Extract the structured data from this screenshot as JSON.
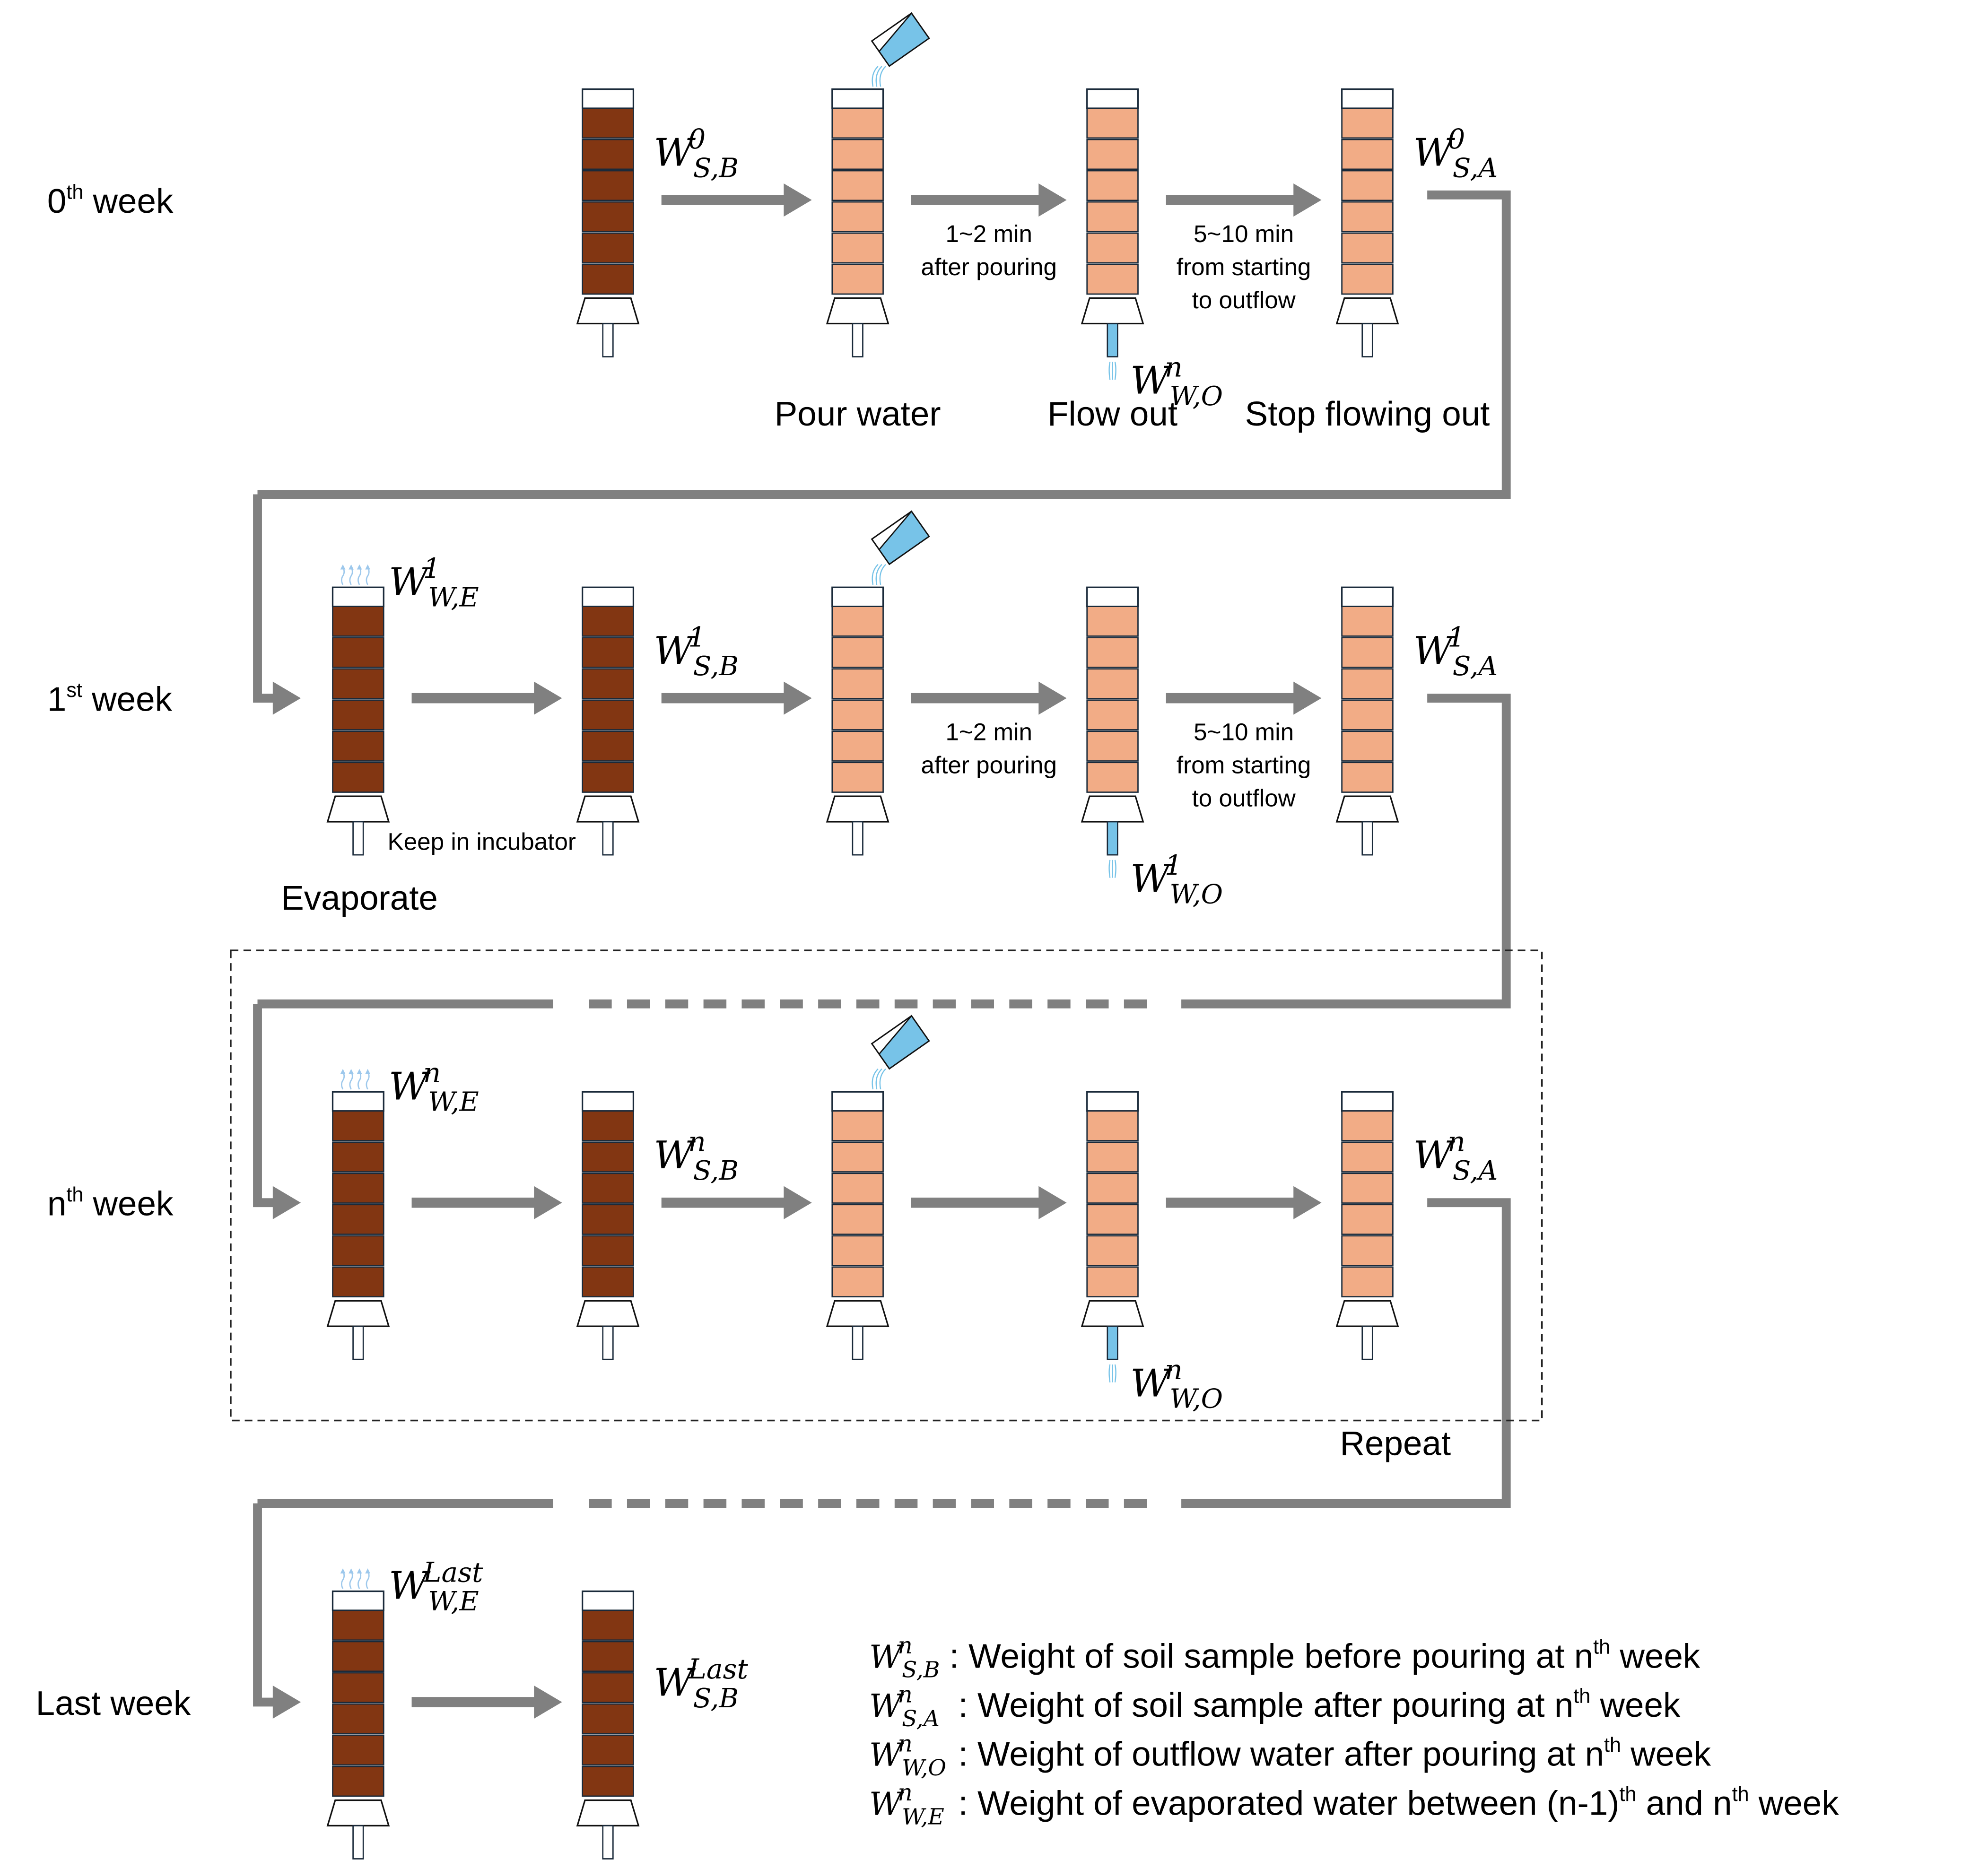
{
  "colors": {
    "dry_soil": "#823612",
    "wet_soil": "#F2AC86",
    "water": "#77C3E8",
    "vapor": "#9DC8EC",
    "arrow": "#808080",
    "outline": "#1a2a3a"
  },
  "rows": [
    {
      "label": "0",
      "label_sup": "th",
      "label_rest": " week",
      "steps": [
        {
          "state": "dry",
          "symbol": {
            "sub": "S,B",
            "sup": "0"
          }
        },
        {
          "state": "wet",
          "pour": true,
          "caption": "Pour water"
        },
        {
          "state": "wet",
          "outflow": true,
          "symbol": {
            "sub": "W,O",
            "sup": "n"
          },
          "caption": "Flow out"
        },
        {
          "state": "wet",
          "symbol": {
            "sub": "S,A",
            "sup": "0"
          },
          "caption": "Stop flowing out"
        }
      ],
      "arrow_notes": [
        "",
        "1~2 min|after pouring",
        "5~10 min|from starting|to outflow"
      ]
    },
    {
      "label": "1",
      "label_sup": "st",
      "label_rest": " week",
      "steps": [
        {
          "state": "dry",
          "evaporate": true,
          "symbol": {
            "sub": "W,E",
            "sup": "1"
          }
        },
        {
          "state": "dry",
          "symbol": {
            "sub": "S,B",
            "sup": "1"
          }
        },
        {
          "state": "wet",
          "pour": true
        },
        {
          "state": "wet",
          "outflow": true,
          "symbol": {
            "sub": "W,O",
            "sup": "1"
          }
        },
        {
          "state": "wet",
          "symbol": {
            "sub": "S,A",
            "sup": "1"
          }
        }
      ],
      "arrow_notes": [
        "",
        "",
        "1~2 min|after pouring",
        "5~10 min|from starting|to outflow"
      ],
      "incubator_note": "Keep in incubator",
      "caption": "Evaporate"
    },
    {
      "label": "n",
      "label_sup": "th",
      "label_rest": " week",
      "steps": [
        {
          "state": "dry",
          "evaporate": true,
          "symbol": {
            "sub": "W,E",
            "sup": "n"
          }
        },
        {
          "state": "dry",
          "symbol": {
            "sub": "S,B",
            "sup": "n"
          }
        },
        {
          "state": "wet",
          "pour": true
        },
        {
          "state": "wet",
          "outflow": true,
          "symbol": {
            "sub": "W,O",
            "sup": "n"
          }
        },
        {
          "state": "wet",
          "symbol": {
            "sub": "S,A",
            "sup": "n"
          }
        }
      ],
      "arrow_notes": [
        "",
        "",
        "",
        ""
      ],
      "repeat_label": "Repeat"
    },
    {
      "label": "Last week",
      "label_sup": "",
      "label_rest": "",
      "steps": [
        {
          "state": "dry",
          "evaporate": true,
          "symbol": {
            "sub": "W,E",
            "sup": "Last"
          }
        },
        {
          "state": "dry",
          "symbol": {
            "sub": "S,B",
            "sup": "Last"
          }
        }
      ],
      "arrow_notes": [
        ""
      ]
    }
  ],
  "legend": [
    {
      "symbol": {
        "sub": "S,B",
        "sup": "n"
      },
      "text": ": Weight of soil sample before pouring at n",
      "sup1": "th",
      "tail": " week"
    },
    {
      "symbol": {
        "sub": "S,A",
        "sup": "n"
      },
      "text": " : Weight of soil sample after pouring at n",
      "sup1": "th",
      "tail": " week"
    },
    {
      "symbol": {
        "sub": "W,O",
        "sup": "n"
      },
      "text": " : Weight of outflow water after pouring at n",
      "sup1": "th",
      "tail": " week"
    },
    {
      "symbol": {
        "sub": "W,E",
        "sup": "n"
      },
      "text": " : Weight of evaporated water between (n-1)",
      "sup1": "th",
      "mid": " and n",
      "sup2": "th",
      "tail": " week"
    }
  ],
  "symbol_base": "W"
}
